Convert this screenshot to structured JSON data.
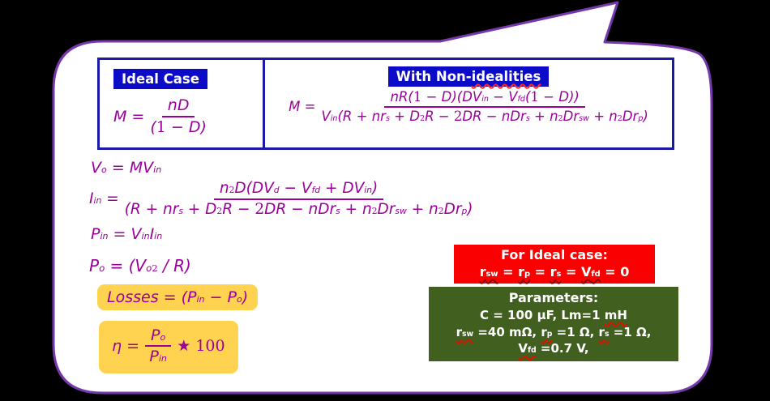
{
  "bubble": {
    "fill": "#FFFFFF",
    "border_color": "#7638AD",
    "shape": "rounded-rectangular-callout-tail-top-right"
  },
  "colors": {
    "background": "#000000",
    "table_border": "#1A1AA6",
    "header_chip_bg": "#0C0CC8",
    "math_text": "#9B009B",
    "highlight_yellow": "#FFD24F",
    "note_red_bg": "#FB0000",
    "note_green_bg": "#41601F",
    "squiggle_red": "#E01000"
  },
  "table": {
    "ideal": {
      "header": "Ideal Case",
      "formula": {
        "lhs": "M =",
        "num": "nD",
        "den": "(1 − D)"
      }
    },
    "nonideal": {
      "header_prefix": "With Non-",
      "header_squiggle": "idealities",
      "formula": {
        "lhs": "M =",
        "num": "nR(1 − D)(DV_{in} − V_{fd}(1 − D))",
        "den": "V_{in}(R + nr_{s} + D^{2}R − 2DR − nDr_{s} + n^{2}Dr_{sw} + n^{2}Dr_{p})"
      }
    }
  },
  "equations": {
    "vo": "V_{o} = MV_{in}",
    "iin_lhs": "I_{in} =",
    "iin_num": "n^{2}D(DV_{d} − V_{fd} + DV_{in})",
    "iin_den": "(R + nr_{s} + D^{2}R − 2DR − nDr_{s} + n^{2}Dr_{sw} + n^{2}Dr_{p})",
    "pin": "P_{in} = V_{in}I_{in}",
    "po": "P_{o} = (V_{o}^{2} / R)",
    "losses": "Losses = (P_{in} − P_{o})",
    "eta_lhs": "η =",
    "eta_num": "P_{o}",
    "eta_den": "P_{in}",
    "eta_suffix": "★ 100"
  },
  "ideal_case_note": {
    "title": "For Ideal case:",
    "line": "~{r_{sw}}~ = ~{r_{p}}~ = ~{r_{s}}~ = ~{V_{fd}}~ = 0"
  },
  "parameters_note": {
    "title": "Parameters:",
    "lines": [
      "C = 100 μF, Lm=1 ~{mH}~",
      "~{r_{sw}}~ =40 mΩ, ~{r_{p}}~ =1 Ω, ~{r_{s}}~ =1 Ω,",
      "~{V_{fd}}~ =0.7 V,"
    ]
  }
}
